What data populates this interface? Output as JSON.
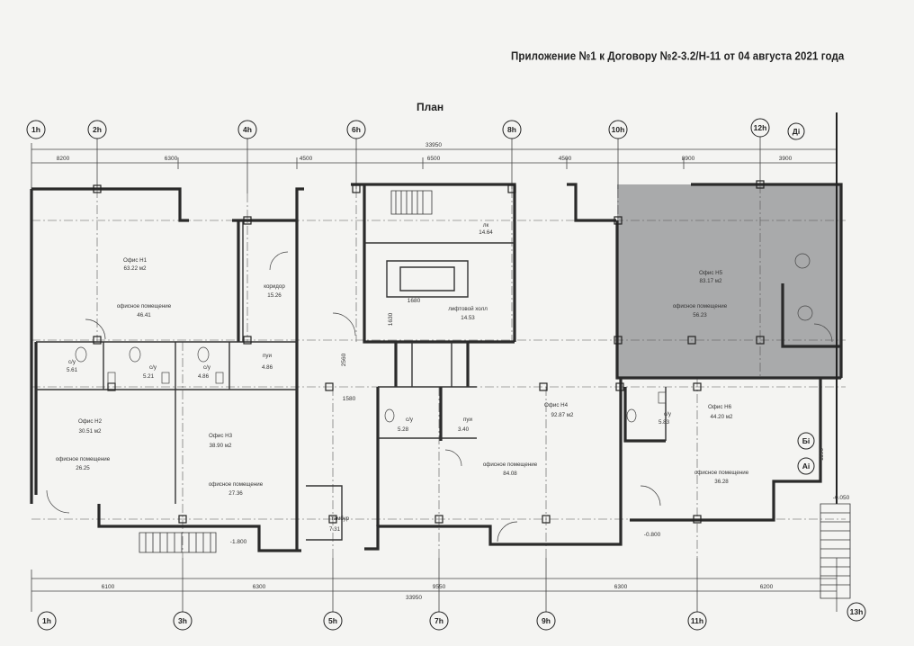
{
  "header": {
    "appendix": "Приложение №1 к Договору №2-3.2/Н-11 от 04 августа 2021 года",
    "plan_title": "План"
  },
  "axes": {
    "top": [
      "1h",
      "2h",
      "4h",
      "6h",
      "8h",
      "10h",
      "12h",
      "Дi"
    ],
    "bottom": [
      "1h",
      "3h",
      "5h",
      "7h",
      "9h",
      "11h",
      "13h"
    ],
    "side": [
      "Бi",
      "Аi"
    ]
  },
  "dimensions": {
    "top_total": "33950",
    "top_segments": [
      "8200",
      "6300",
      "4500",
      "6500",
      "4500",
      "8900",
      "3900"
    ],
    "bottom_total": "33950",
    "bottom_segments": [
      "6100",
      "6300",
      "9550",
      "6300",
      "6200"
    ],
    "interior": [
      "1580",
      "1680",
      "2560",
      "1630",
      "1190",
      "-1.800",
      "-0.050",
      "-0.800"
    ]
  },
  "rooms": {
    "office_n1": {
      "name": "Офис Н1",
      "area": "63.22 м2",
      "use": "офисное помещение",
      "use_area": "46.41"
    },
    "corridor_1": {
      "name": "коридор",
      "area": "15.26"
    },
    "stair_area": {
      "name": "лк",
      "area": "14.64"
    },
    "lift_hall": {
      "name": "лифтовой холл",
      "area": "14.53"
    },
    "office_n5": {
      "name": "Офис Н5",
      "area": "83.17 м2",
      "use": "офисное помещение",
      "use_area": "56.23"
    },
    "su_1": {
      "name": "с/у",
      "area": "5.61"
    },
    "su_2": {
      "name": "с/у",
      "area": "5.21"
    },
    "su_3": {
      "name": "с/у",
      "area": "4.86"
    },
    "pui": {
      "name": "пуи",
      "area": "4.86"
    },
    "office_n2": {
      "name": "Офис Н2",
      "area": "30.51 м2",
      "use": "офисное помещение",
      "use_area": "26.25"
    },
    "office_n3": {
      "name": "Офис Н3",
      "area": "38.90 м2",
      "use": "офисное помещение",
      "use_area": "27.36"
    },
    "tambur": {
      "name": "тамбур",
      "area": "7.31"
    },
    "su_4": {
      "name": "с/у",
      "area": "5.28"
    },
    "pui_2": {
      "name": "пуи",
      "area": "3.40"
    },
    "office_n4": {
      "name": "Офис Н4",
      "area": "92.87 м2",
      "use": "офисное помещение",
      "use_area": "84.08"
    },
    "su_5": {
      "name": "с/у",
      "area": "5.83"
    },
    "office_n6": {
      "name": "Офис Н6",
      "area": "44.20 м2",
      "use": "офисное помещение",
      "use_area": "36.28"
    }
  },
  "colors": {
    "walls": "#2a2a2a",
    "grid": "#555555",
    "highlight": "#a9aaab",
    "paper": "#f4f4f2"
  }
}
